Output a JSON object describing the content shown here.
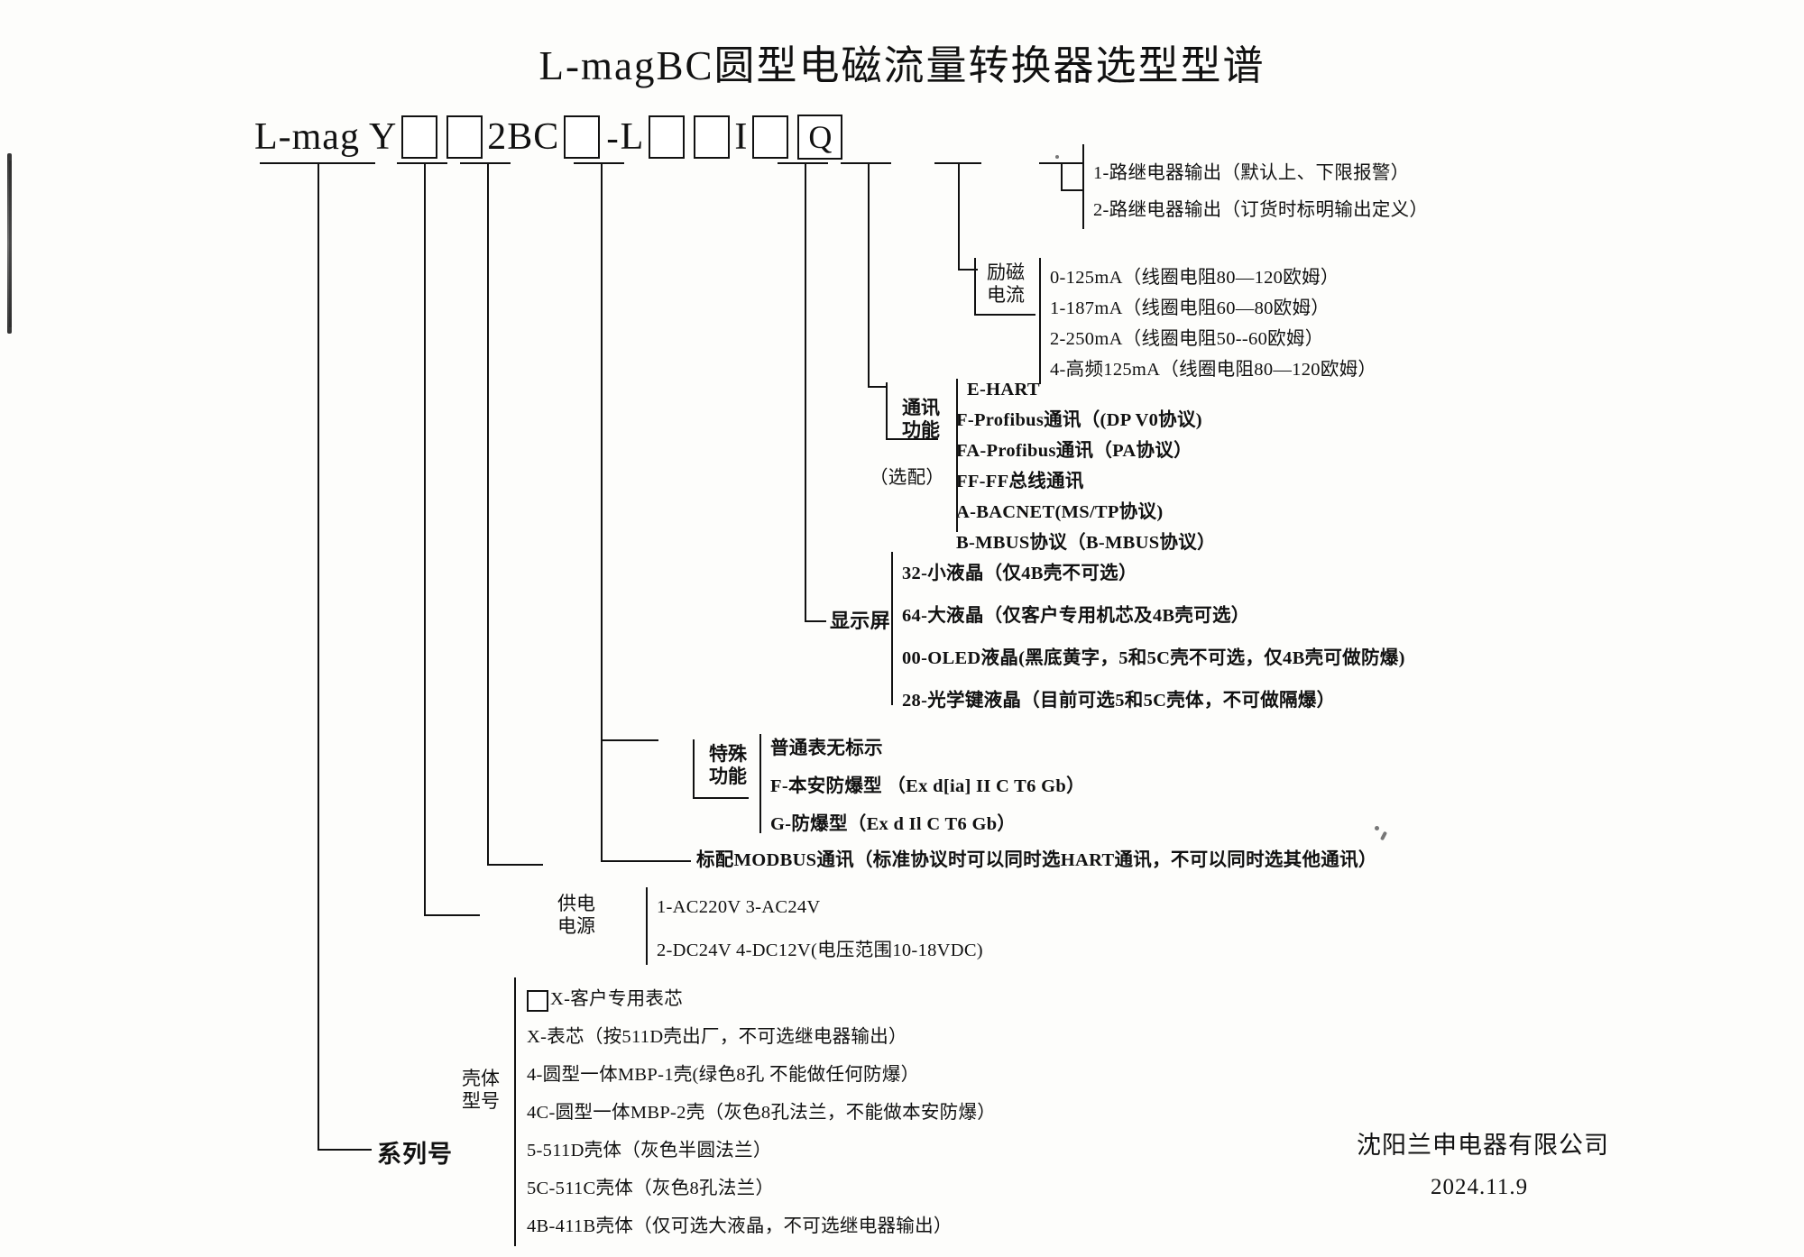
{
  "document": {
    "title": "L-magBC圆型电磁流量转换器选型型谱",
    "company": "沈阳兰申电器有限公司",
    "date": "2024.11.9"
  },
  "code_line": {
    "prefix": "L-mag",
    "series_letter": "Y",
    "mid_literal": "2BC",
    "dash": "-",
    "letter_l": "L",
    "letter_i": "I",
    "letter_q": "Q",
    "boxes": [
      "",
      "",
      "",
      "",
      "",
      ""
    ]
  },
  "groups": {
    "relay_output": {
      "label": "",
      "items": [
        "1-路继电器输出（默认上、下限报警）",
        "2-路继电器输出（订货时标明输出定义）"
      ]
    },
    "excitation_current": {
      "label_line1": "励磁",
      "label_line2": "电流",
      "items": [
        "0-125mA（线圈电阻80—120欧姆）",
        "1-187mA（线圈电阻60—80欧姆）",
        "2-250mA（线圈电阻50--60欧姆）",
        "4-高频125mA（线圈电阻80—120欧姆）"
      ]
    },
    "communication": {
      "label_line1": "通讯",
      "label_line2": "功能",
      "label_line3": "（选配）",
      "items": [
        "E-HART",
        "F-Profibus通讯（(DP V0协议)",
        "FA-Profibus通讯（PA协议）",
        "FF-FF总线通讯",
        "A-BACNET(MS/TP协议)",
        "B-MBUS协议（B-MBUS协议）"
      ]
    },
    "display": {
      "label": "显示屏",
      "items": [
        "32-小液晶（仅4B壳不可选）",
        "64-大液晶（仅客户专用机芯及4B壳可选）",
        "00-OLED液晶(黑底黄字，5和5C壳不可选，仅4B壳可做防爆)",
        "28-光学键液晶（目前可选5和5C壳体，不可做隔爆）"
      ]
    },
    "special_function": {
      "label_line1": "特殊",
      "label_line2": "功能",
      "items": [
        "普通表无标示",
        "F-本安防爆型 （Ex d[ia] II C T6 Gb）",
        "G-防爆型（Ex d Il C T6 Gb）"
      ]
    },
    "modbus": {
      "text": "标配MODBUS通讯（标准协议时可以同时选HART通讯，不可以同时选其他通讯）"
    },
    "power_supply": {
      "label_line1": "供电",
      "label_line2": "电源",
      "items": [
        "1-AC220V  3-AC24V",
        "2-DC24V   4-DC12V(电压范围10-18VDC)"
      ]
    },
    "housing": {
      "label_line1": "壳体",
      "label_line2": "型号",
      "items": [
        "X-客户专用表芯",
        "X-表芯（按511D壳出厂，不可选继电器输出）",
        "4-圆型一体MBP-1壳(绿色8孔  不能做任何防爆）",
        "4C-圆型一体MBP-2壳（灰色8孔法兰，不能做本安防爆）",
        "5-511D壳体（灰色半圆法兰）",
        "5C-511C壳体（灰色8孔法兰）",
        "4B-411B壳体（仅可选大液晶，不可选继电器输出）"
      ]
    },
    "series": {
      "text": "系列号"
    }
  }
}
